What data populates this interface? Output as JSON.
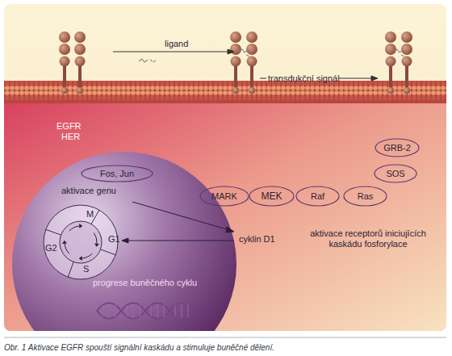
{
  "diagram": {
    "caption": "Obr. 1 Aktivace EGFR spouští signální kaskádu a stimuluje buněčné dělení.",
    "nodes": [
      {
        "text": [
          "aktivace genu",
          "progrese buněčného cyklu"
        ]
      },
      {
        "text": [
          "Fos, Jun"
        ],
        "in": 0
      },
      {
        "text": [
          "M",
          "G1",
          "S",
          "G2"
        ],
        "in": 0
      },
      {
        "text": [
          "GRB-2"
        ]
      },
      {
        "text": [
          "SOS"
        ]
      },
      {
        "text": [
          "MARK"
        ]
      },
      {
        "text": [
          "MEK"
        ]
      },
      {
        "text": [
          "Raf"
        ]
      },
      {
        "text": [
          "Ras"
        ]
      }
    ],
    "labels": [
      "ligand",
      "transdukční signál",
      "EGFR",
      "HER",
      "cyklin D1",
      "aktivace receptorů iniciujících kaskádu fosforylace"
    ]
  }
}
